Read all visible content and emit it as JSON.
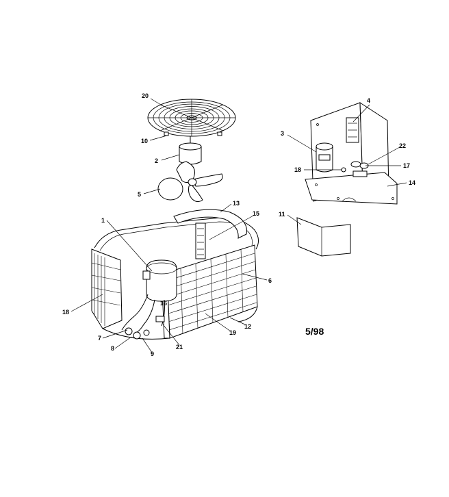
{
  "diagram": {
    "date_code": "5/98",
    "labels": {
      "l1": "1",
      "l2": "2",
      "l3": "3",
      "l4": "4",
      "l5": "5",
      "l6": "6",
      "l7": "7",
      "l8": "8",
      "l9": "9",
      "l10": "10",
      "l11": "11",
      "l12": "12",
      "l13": "13",
      "l14": "14",
      "l15": "15",
      "l16": "16",
      "l17": "17",
      "l18a": "18",
      "l18b": "18",
      "l19": "19",
      "l20": "20",
      "l21": "21",
      "l22": "22"
    }
  }
}
